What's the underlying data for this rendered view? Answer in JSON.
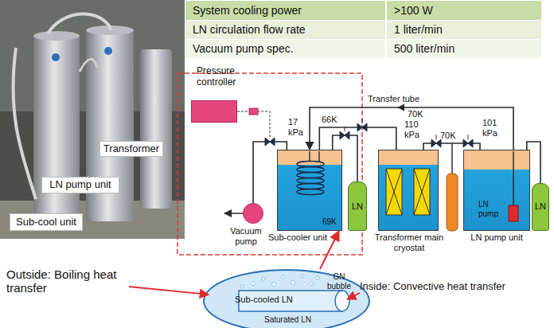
{
  "diagram": {
    "nodes": [
      {
        "text": [
          "Transformer"
        ]
      },
      {
        "text": [
          "LN pump unit"
        ]
      },
      {
        "text": [
          "Sub-cool unit"
        ]
      },
      {
        "text": [
          "Pressure controller"
        ]
      },
      {
        "text": [
          "Sub-cooler unit",
          "69K"
        ]
      },
      {
        "text": [
          "LN"
        ]
      },
      {
        "text": [
          "Transformer main cryostat"
        ]
      },
      {
        "text": [
          "LN pump unit",
          "LN pump"
        ]
      },
      {
        "text": [
          "LN"
        ]
      },
      {
        "text": [
          "Vacuum pump"
        ]
      },
      {
        "text": [
          "Sub-cooled LN",
          "GN bubble",
          "Saturated LN"
        ]
      }
    ],
    "edges": [
      {
        "from": 9,
        "to": 4,
        "arrow": "none"
      },
      {
        "from": 4,
        "to": 5,
        "arrow": "none"
      },
      {
        "from": 7,
        "to": 4,
        "arrow": "to"
      },
      {
        "from": 4,
        "to": 6,
        "arrow": "none"
      },
      {
        "from": 6,
        "to": 7,
        "arrow": "none"
      },
      {
        "from": 7,
        "to": 8,
        "arrow": "none"
      },
      {
        "from": 10,
        "to": 4,
        "arrow": "to"
      }
    ],
    "labels": [
      "System cooling power",
      ">100 W",
      "LN circulation flow rate",
      "1 liter/min",
      "Vacuum pump spec.",
      "500 liter/min",
      "Transfer tube",
      "70K",
      "17 kPa",
      "66K",
      "110 kPa",
      "70K",
      "101 kPa",
      "Outside: Boiling heat transfer",
      "Inside: Convective heat transfer"
    ]
  }
}
